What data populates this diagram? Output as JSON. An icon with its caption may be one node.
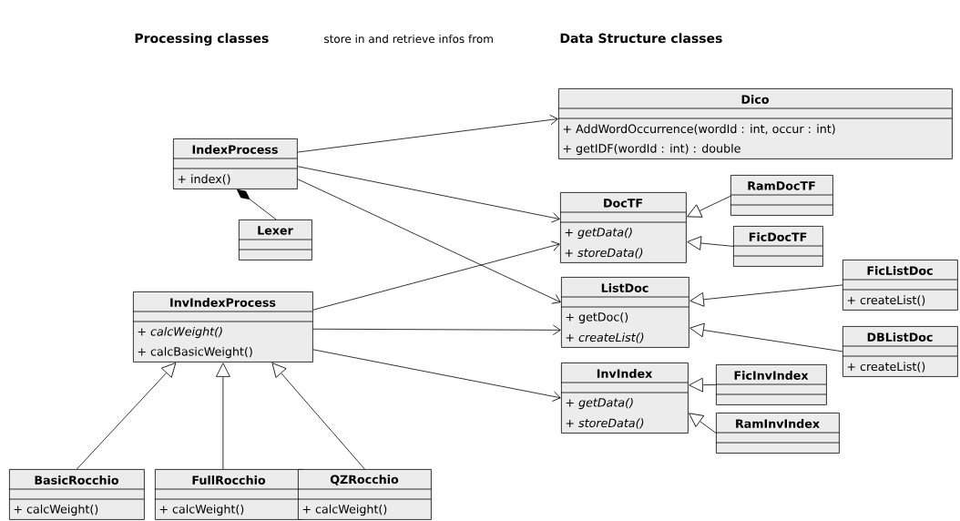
{
  "diagram": {
    "nodes": [
      {
        "text": [
          "Dico",
          "+ AddWordOccurrence(wordId : int, occur : int)",
          "+ getIDF(wordId : int) : double"
        ]
      },
      {
        "text": [
          "IndexProcess",
          "+ index()"
        ]
      },
      {
        "text": [
          "Lexer"
        ]
      },
      {
        "text": [
          "InvIndexProcess",
          "+ *calcWeight()*",
          "+ calcBasicWeight()"
        ]
      },
      {
        "text": [
          "BasicRocchio",
          "+ calcWeight()"
        ]
      },
      {
        "text": [
          "FullRocchio",
          "+ calcWeight()"
        ]
      },
      {
        "text": [
          "QZRocchio",
          "+ calcWeight()"
        ]
      },
      {
        "text": [
          "DocTF",
          "+ *getData()*",
          "+ *storeData()*"
        ]
      },
      {
        "text": [
          "RamDocTF"
        ]
      },
      {
        "text": [
          "FicDocTF"
        ]
      },
      {
        "text": [
          "ListDoc",
          "+ getDoc()",
          "+ *createList()*"
        ]
      },
      {
        "text": [
          "FicListDoc",
          "+ createList()"
        ]
      },
      {
        "text": [
          "DBListDoc",
          "+ createList()"
        ]
      },
      {
        "text": [
          "InvIndex",
          "+ *getData()*",
          "+ *storeData()*"
        ]
      },
      {
        "text": [
          "FicInvIndex"
        ]
      },
      {
        "text": [
          "RamInvIndex"
        ]
      }
    ],
    "edges": [
      {
        "from": 1,
        "to": 0,
        "arrow": "to"
      },
      {
        "from": 1,
        "to": 7,
        "arrow": "to"
      },
      {
        "from": 1,
        "to": 10,
        "arrow": "to"
      },
      {
        "from": 3,
        "to": 7,
        "arrow": "to"
      },
      {
        "from": 3,
        "to": 10,
        "arrow": "to"
      },
      {
        "from": 3,
        "to": 13,
        "arrow": "to"
      },
      {
        "from": 1,
        "to": 2,
        "arrow": "other"
      },
      {
        "from": 4,
        "to": 3,
        "arrow": "to"
      },
      {
        "from": 5,
        "to": 3,
        "arrow": "to"
      },
      {
        "from": 6,
        "to": 3,
        "arrow": "to"
      },
      {
        "from": 8,
        "to": 7,
        "arrow": "to"
      },
      {
        "from": 9,
        "to": 7,
        "arrow": "to"
      },
      {
        "from": 11,
        "to": 10,
        "arrow": "to"
      },
      {
        "from": 12,
        "to": 10,
        "arrow": "to"
      },
      {
        "from": 14,
        "to": 13,
        "arrow": "to"
      },
      {
        "from": 15,
        "to": 13,
        "arrow": "to"
      }
    ],
    "labels": [
      "Processing classes",
      "store in and retrieve infos from",
      "Data Structure classes"
    ]
  }
}
